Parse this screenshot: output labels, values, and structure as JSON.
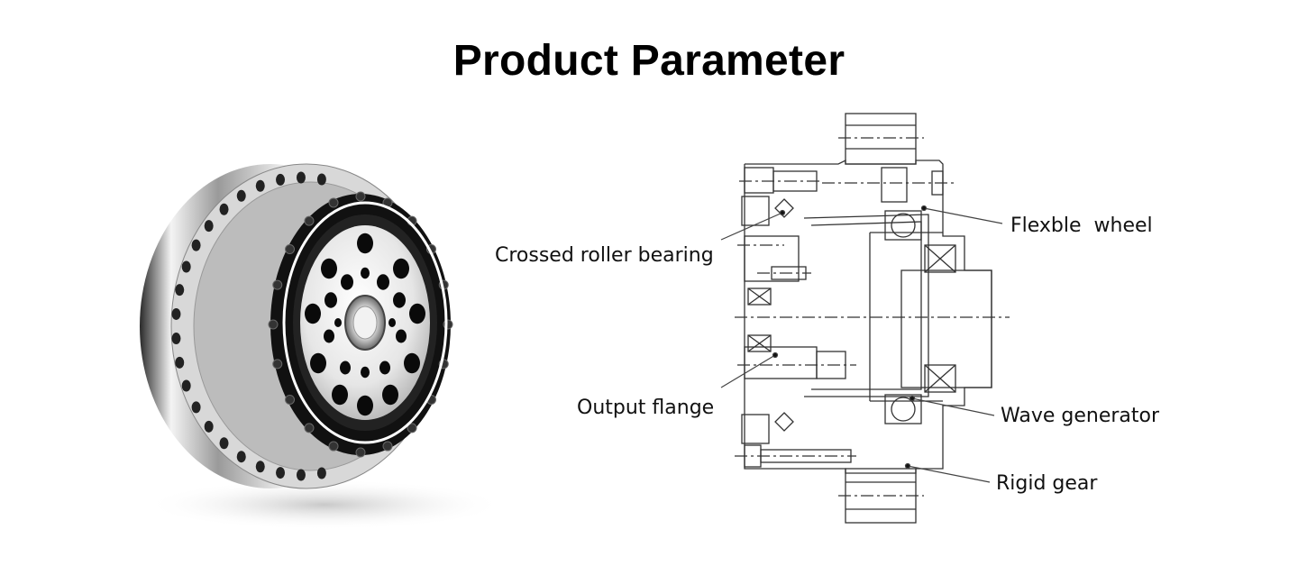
{
  "title": "Product Parameter",
  "labels": {
    "flexible_wheel": "Flexble  wheel",
    "crossed_roller_bearing": "Crossed roller bearing",
    "output_flange": "Output flange",
    "wave_generator": "Wave generator",
    "rigid_gear": "Rigid gear"
  },
  "colors": {
    "line": "#333333",
    "metal_light": "#e8e8e8",
    "metal_dark": "#1a1a1a"
  }
}
